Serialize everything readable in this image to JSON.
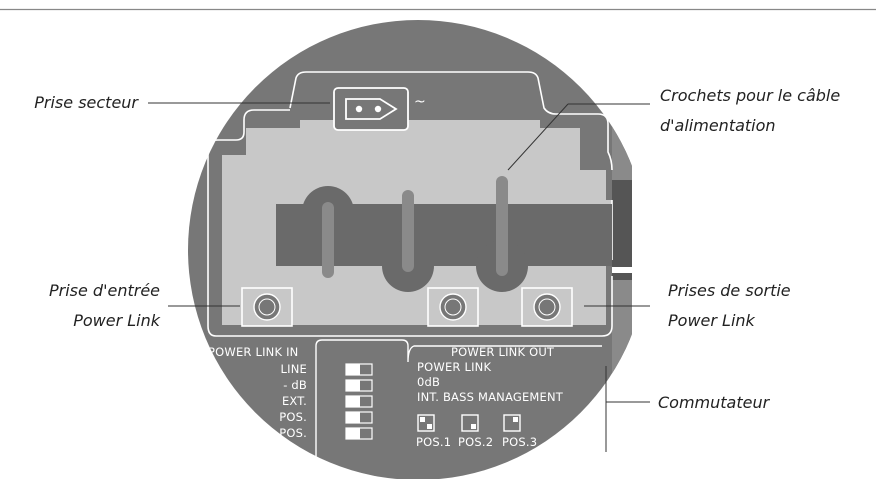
{
  "callouts": {
    "mains": "Prise secteur",
    "hooks_line1": "Crochets pour le câble",
    "hooks_line2": "d'alimentation",
    "input_line1": "Prise d'entrée",
    "input_line2": "Power Link",
    "output_line1": "Prises de sortie",
    "output_line2": "Power Link",
    "switch": "Commutateur"
  },
  "panel": {
    "mains_symbol": "~",
    "in_title": "POWER LINK IN",
    "in_labels": [
      "LINE",
      "- dB",
      "EXT.",
      "POS.",
      "POS."
    ],
    "out_title": "POWER LINK OUT",
    "out_lines": [
      "POWER LINK",
      "0dB",
      "INT. BASS MANAGEMENT"
    ],
    "positions": [
      "POS.1",
      "POS.2",
      "POS.3"
    ]
  },
  "colors": {
    "device_body": "#777777",
    "inner_panel": "#c8c8c8",
    "cable_channel": "#6a6a6a",
    "outline": "#ffffff",
    "text": "#222222"
  }
}
